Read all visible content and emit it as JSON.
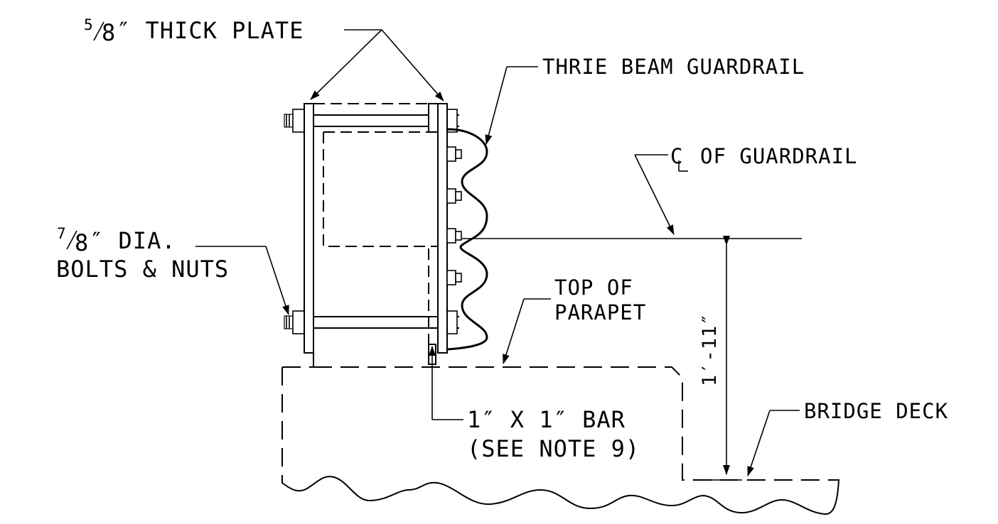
{
  "labels": {
    "plate": {
      "numerator": "5",
      "denominator": "8",
      "text": "″ THICK PLATE"
    },
    "bolts_line1": {
      "numerator": "7",
      "denominator": "8",
      "text": "″ DIA."
    },
    "bolts_line2": "BOLTS & NUTS",
    "guardrail": "THRIE BEAM GUARDRAIL",
    "centerline_symbol": "C",
    "centerline": "OF GUARDRAIL",
    "parapet_line1": "TOP OF",
    "parapet_line2": "PARAPET",
    "bar_line1": "1″ X 1″ BAR",
    "bar_line2": "(SEE NOTE 9)",
    "deck": "BRIDGE DECK",
    "dimension": "1′-11″"
  }
}
